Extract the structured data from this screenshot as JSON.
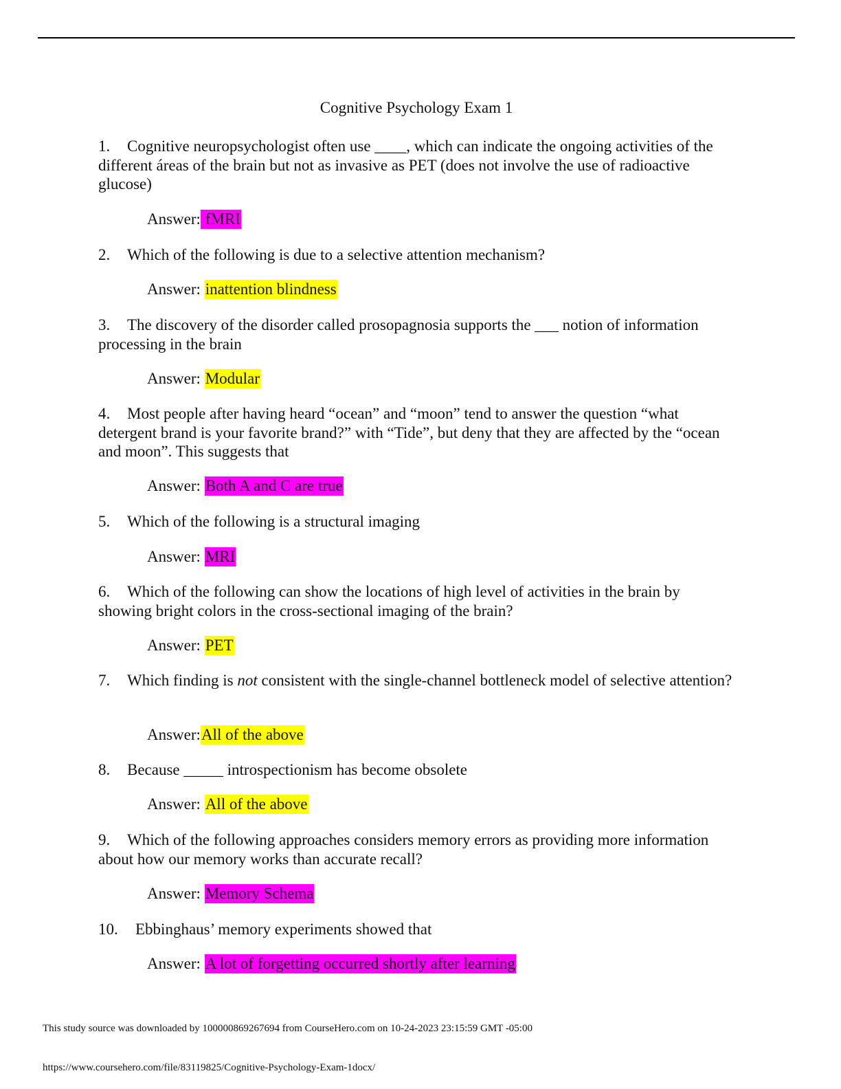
{
  "document": {
    "title": "Cognitive Psychology Exam 1",
    "answer_prefix": "Answer:"
  },
  "questions": [
    {
      "number": "1.",
      "text": "Cognitive neuropsychologist often use ____, which can indicate the ongoing activities of the different áreas of the brain but not as invasive as PET (does not involve the use of radioactive glucose)",
      "answer": "fMRI",
      "highlight_color": "#ff00ff"
    },
    {
      "number": "2.",
      "text": "Which of the following is due to a selective attention mechanism?",
      "answer": "inattention blindness",
      "highlight_color": "#ff00ff"
    },
    {
      "number": "3.",
      "text": "The discovery of the disorder called prosopagnosia supports the ___ notion of information processing in the brain",
      "answer": "Modular",
      "highlight_color": "#ff00ff"
    },
    {
      "number": "4.",
      "text": "Most people after having heard “ocean” and “moon” tend to answer the question “what detergent brand is your favorite brand?” with “Tide”, but deny that they are affected by the “ocean and moon”. This suggests that",
      "answer": "Both A and C are true",
      "highlight_color": "#ffff00"
    },
    {
      "number": "5.",
      "text": "Which of the following is a structural imaging",
      "answer": "MRI",
      "highlight_color": "#ff00ff"
    },
    {
      "number": "6.",
      "text": "Which of the following can show the locations of high level of activities in the brain by showing bright colors in the cross-sectional imaging of the brain?",
      "answer": "PET",
      "highlight_color": "#ffff00"
    },
    {
      "number": "7.",
      "text_before": "Which finding is ",
      "text_emphasis": "not",
      "text_after": " consistent with the single-channel bottleneck model of selective attention?",
      "answer": "All of the above",
      "highlight_color": "#ffff00"
    },
    {
      "number": "8.",
      "text": "Because _____ introspectionism has become obsolete",
      "answer": "All of the above",
      "highlight_color": "#ffff00"
    },
    {
      "number": "9.",
      "text": "Which of the following approaches considers memory errors as providing more information about how our memory works than accurate recall?",
      "answer": "Memory Schema",
      "highlight_color": "#ff00ff"
    },
    {
      "number": "10.",
      "text": "Ebbinghaus’ memory experiments showed that",
      "answer": "A lot of forgetting occurred shortly after learning",
      "highlight_color": "#ff00ff"
    }
  ],
  "footer": {
    "download_note": "This study source was downloaded by 100000869267694 from CourseHero.com on 10-24-2023 23:15:59 GMT -05:00",
    "url": "https://www.coursehero.com/file/83119825/Cognitive-Psychology-Exam-1docx/"
  }
}
